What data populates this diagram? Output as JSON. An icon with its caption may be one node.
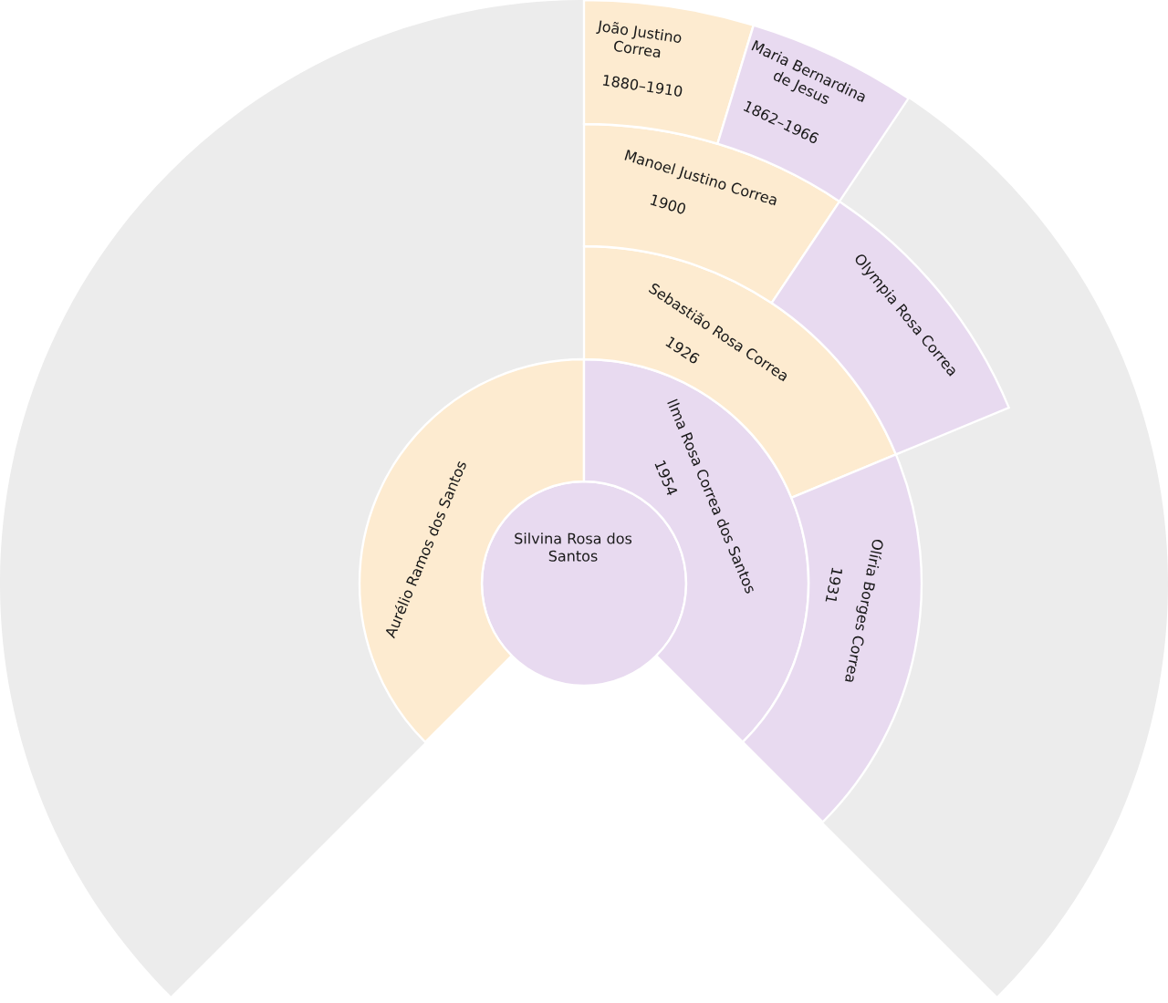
{
  "diagram": {
    "nodes": [
      {
        "text": [
          "Silvina Rosa dos Santos"
        ]
      },
      {
        "text": [
          "Aurélio Ramos dos Santos"
        ]
      },
      {
        "text": [
          "Ilma Rosa Correa dos Santos",
          "1954"
        ]
      },
      {
        "text": [
          "Sebastião Rosa Correa",
          "1926"
        ]
      },
      {
        "text": [
          "Olíria Borges Correa",
          "1931"
        ]
      },
      {
        "text": [
          "Manoel Justino Correa",
          "1900"
        ]
      },
      {
        "text": [
          "Olympia Rosa Correa"
        ]
      },
      {
        "text": [
          "João Justino Correa",
          "1880–1910"
        ]
      },
      {
        "text": [
          "Maria Bernardina de Jesus",
          "1862–1966"
        ]
      }
    ]
  }
}
